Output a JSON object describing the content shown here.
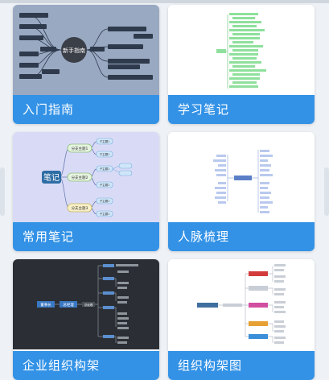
{
  "templates": [
    {
      "label": "入门指南",
      "center": "新手指南"
    },
    {
      "label": "学习笔记"
    },
    {
      "label": "常用笔记",
      "center": "笔记",
      "branches": [
        "分支主题1",
        "分支主题2",
        "分支主题3"
      ],
      "leaf": "子主题1"
    },
    {
      "label": "人脉梳理"
    },
    {
      "label": "企业组织构架",
      "nodes": [
        "董事长",
        "总经理",
        "总经理"
      ]
    },
    {
      "label": "组织构架图"
    }
  ],
  "colors": {
    "accent": "#3392e6",
    "label_text": "#ffffff"
  }
}
